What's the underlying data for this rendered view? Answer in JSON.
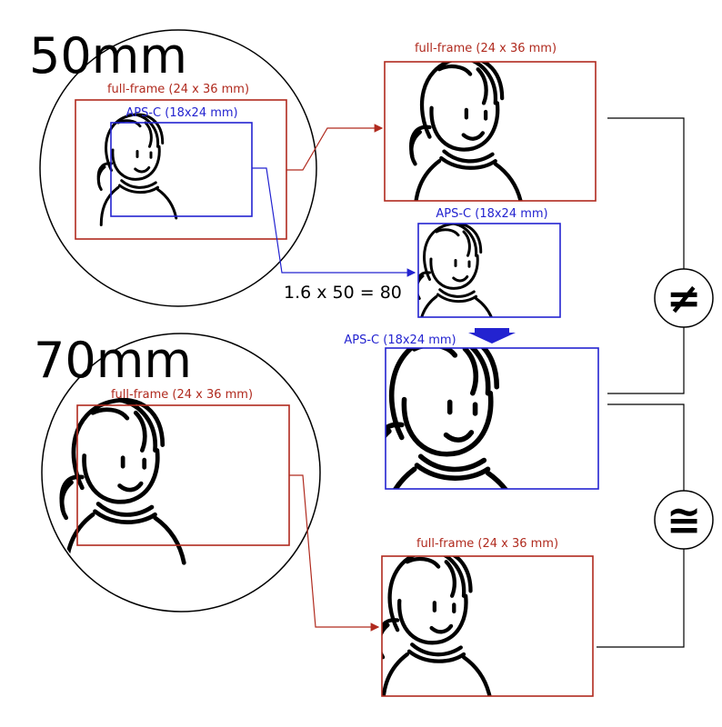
{
  "labels": {
    "lens_50": "50mm",
    "lens_70": "70mm",
    "full_frame": "full-frame (24 x 36 mm)",
    "aps_c": "APS-C (18x24 mm)",
    "equation": "1.6 x 50 = 80",
    "not_equal_symbol": "≠",
    "approx_equal_symbol": "≅"
  },
  "colors": {
    "full_frame": "#b02a1e",
    "aps_c": "#2323d0",
    "line": "#000000"
  }
}
